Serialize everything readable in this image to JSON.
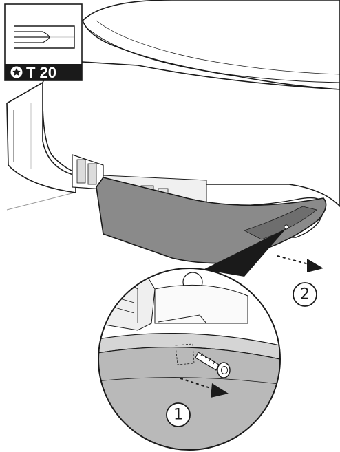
{
  "tool_badge": {
    "label": "T 20",
    "icon": "torx-star-icon"
  },
  "steps": [
    {
      "number": "1",
      "action": "unscrew-screw"
    },
    {
      "number": "2",
      "action": "pull-off-cover"
    }
  ],
  "colors": {
    "line": "#1a1a1a",
    "cover_fill": "#8a8a8a",
    "cover_dark": "#6e6e6e",
    "body_fill": "#ffffff",
    "badge_bg": "#1a1a1a",
    "zoom_gray": "#b9b9b9"
  }
}
